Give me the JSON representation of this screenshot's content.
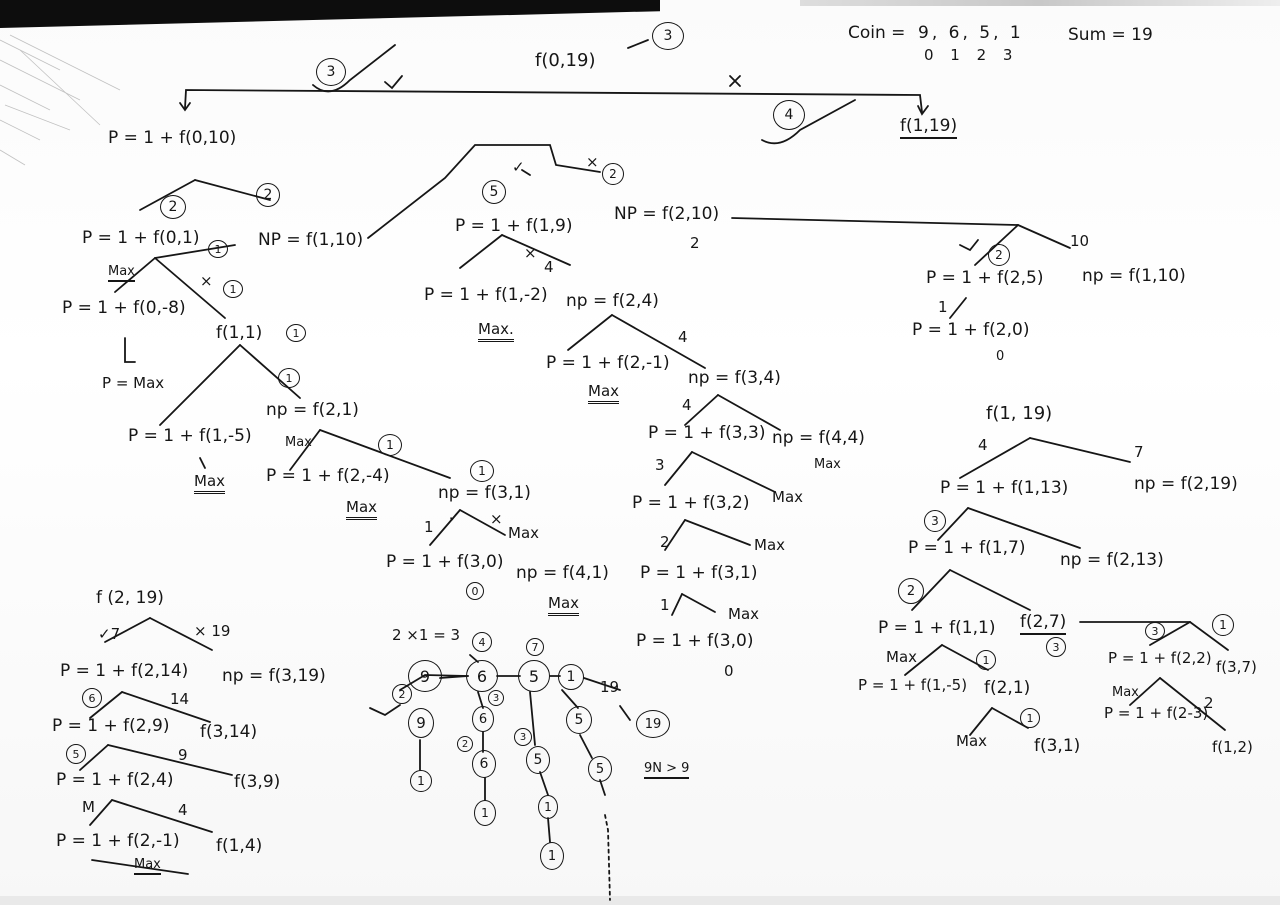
{
  "header": {
    "coins_label": "Coin =",
    "coins_values": "9, 6, 5, 1",
    "coins_indices": "0 1 2 3",
    "sum_label": "Sum = 19"
  },
  "root": {
    "call": "f(0,19)",
    "circled": "3"
  },
  "branch_marks": {
    "take_circle": "3",
    "take": "✓",
    "skip": "×",
    "skip_circle": "4"
  },
  "left_tree": {
    "take": "P = 1 + f(0,10)",
    "circle_a": "2",
    "circle_b": "2",
    "take2": "P = 1 + f(0,1)",
    "circle_c": "1",
    "np2": "NP = f(1,10)",
    "max_small": "Max",
    "skip_x": "×",
    "circle_d": "1",
    "take3": "P = 1 + f(0,-8)",
    "f11": "f(1,1)",
    "circle_e": "1",
    "p_max": "P = Max",
    "circle_f": "1",
    "p4": "P = 1 + f(1,-5)",
    "max1": "Max",
    "np4": "np = f(2,1)",
    "max_small2": "Max",
    "circle_g": "1",
    "p5": "P = 1 + f(2,-4)",
    "max2": "Max",
    "np5": "np = f(3,1)",
    "circle_h": "1",
    "one": "1",
    "check": "✓",
    "x2": "×",
    "max3": "Max",
    "p6": "P = 1 + f(3,0)",
    "zero": "0",
    "np6": "np = f(4,1)",
    "max4": "Max"
  },
  "mid_tree": {
    "circle5": "5",
    "check": "✓",
    "x": "×",
    "circle2": "2",
    "p": "P = 1 + f(1,9)",
    "np": "NP = f(2,10)",
    "np_sub": "2",
    "p2": "P = 1 + f(1,-2)",
    "max1": "Max.",
    "x2": "×",
    "four": "4",
    "np2": "np = f(2,4)",
    "p3": "P = 1 + f(2,-1)",
    "max2": "Max",
    "four2": "4",
    "np3": "np = f(3,4)",
    "four3": "4",
    "p4": "P = 1 + f(3,3)",
    "np4": "np = f(4,4)",
    "max3": "Max",
    "three": "3",
    "max4": "Max",
    "p5": "P = 1 + f(3,2)",
    "two": "2",
    "max5": "Max",
    "p6": "P = 1 + f(3,1)",
    "one": "1",
    "max6": "Max",
    "p7": "P = 1 + f(3,0)",
    "zero": "0"
  },
  "right_top": {
    "check": "✓",
    "circle2": "2",
    "ten": "10",
    "p": "P = 1 + f(2,5)",
    "np": "np = f(1,10)",
    "one": "1",
    "p2": "P = 1 + f(2,0)",
    "zero": "0"
  },
  "right_tree": {
    "root": "f(1, 19)",
    "four": "4",
    "seven": "7",
    "p": "P = 1 + f(1,13)",
    "np": "np = f(2,19)",
    "circle3": "3",
    "p2": "P = 1 + f(1,7)",
    "np2": "np = f(2,13)",
    "circle2": "2",
    "p3": "P = 1 + f(1,1)",
    "f27": "f(2,7)",
    "circle3b": "3",
    "circle3c": "3",
    "circle1": "1",
    "max1": "Max",
    "circle1b": "1",
    "p4": "P = 1 + f(1,-5)",
    "f21": "f(2,1)",
    "p5": "P = 1 + f(2,2)",
    "f37": "f(3,7)",
    "max2": "Max",
    "two": "2",
    "p6": "P = 1 + f(2-3)",
    "f12": "f(1,2)",
    "max3": "Max",
    "circle1c": "1",
    "f31": "f(3,1)"
  },
  "bottom_left": {
    "root": "f (2, 19)",
    "check7": "✓7",
    "x19": "× 19",
    "p": "P = 1 + f(2,14)",
    "np": "np = f(3,19)",
    "circle6": "6",
    "fourteen": "14",
    "p2": "P = 1 + f(2,9)",
    "np2": "f(3,14)",
    "circle5": "5",
    "nine": "9",
    "p3": "P = 1 + f(2,4)",
    "np3": "f(3,9)",
    "m": "M",
    "four": "4",
    "p4": "P = 1 + f(2,-1)",
    "np4": "f(1,4)",
    "max": "Max"
  },
  "graph": {
    "label": "2 ×1 = 3",
    "n9": "9",
    "n6": "6",
    "n5": "5",
    "n1": "1",
    "n19": "19",
    "tag4": "4",
    "tag7": "7",
    "tag2": "2",
    "tag3": "3",
    "nine_label": "9N > 9",
    "small2": "2",
    "small3": "3",
    "c9": "9",
    "c1": "1",
    "c6": "6",
    "c1b": "1",
    "c5": "5",
    "c1c": "1",
    "c1d": "1",
    "c5b": "5",
    "c5c": "5",
    "c19": "19"
  }
}
